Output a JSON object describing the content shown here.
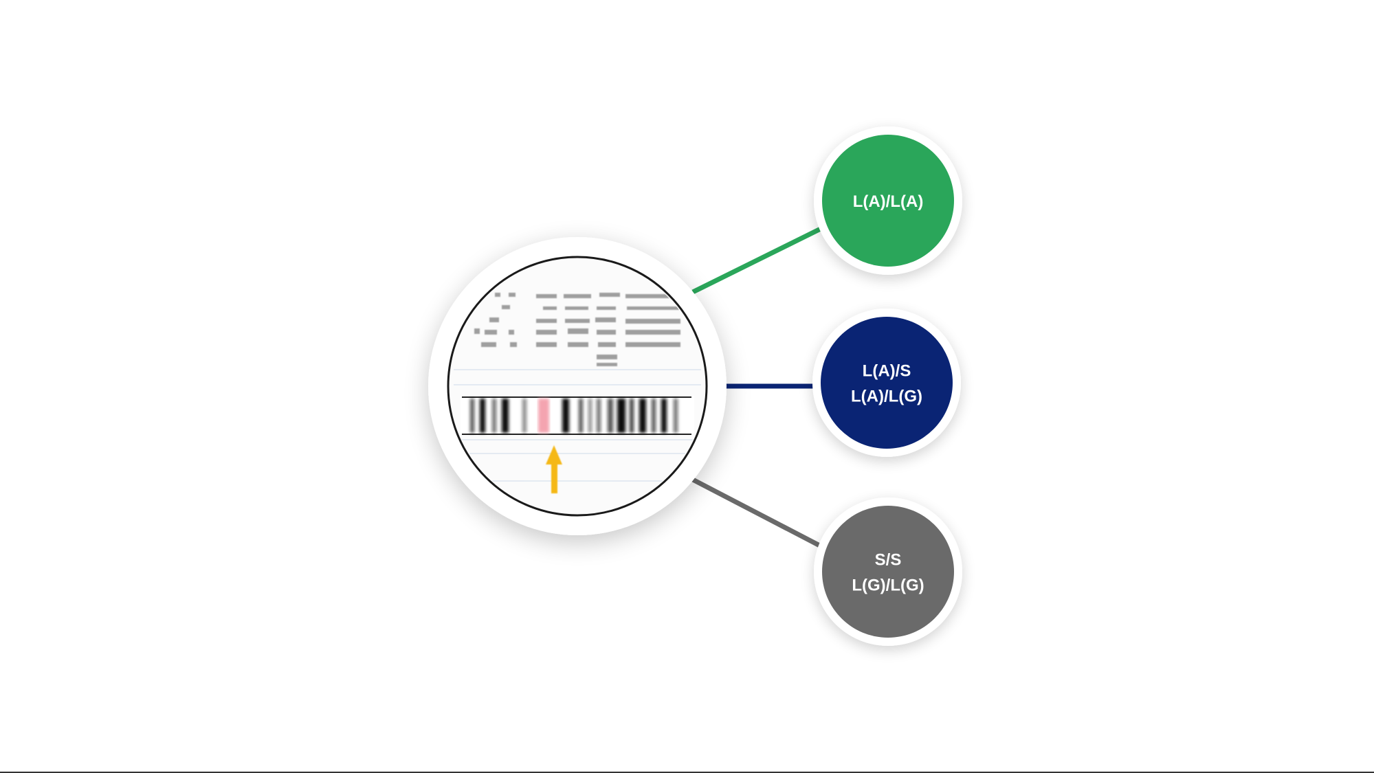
{
  "diagram": {
    "nodes": [
      {
        "id": "homozygous-long",
        "lines": [
          "L(A)/L(A)"
        ],
        "color": "#2aa65a"
      },
      {
        "id": "heterozygous",
        "lines": [
          "L(A)/S",
          "L(A)/L(G)"
        ],
        "color": "#0a2474"
      },
      {
        "id": "short",
        "lines": [
          "S/S",
          "L(G)/L(G)"
        ],
        "color": "#6a6a6a"
      }
    ],
    "magnifier": {
      "image": "gel-electrophoresis-image",
      "highlight_band_color": "#f4a4b0",
      "arrow_color": "#f5b817"
    }
  }
}
